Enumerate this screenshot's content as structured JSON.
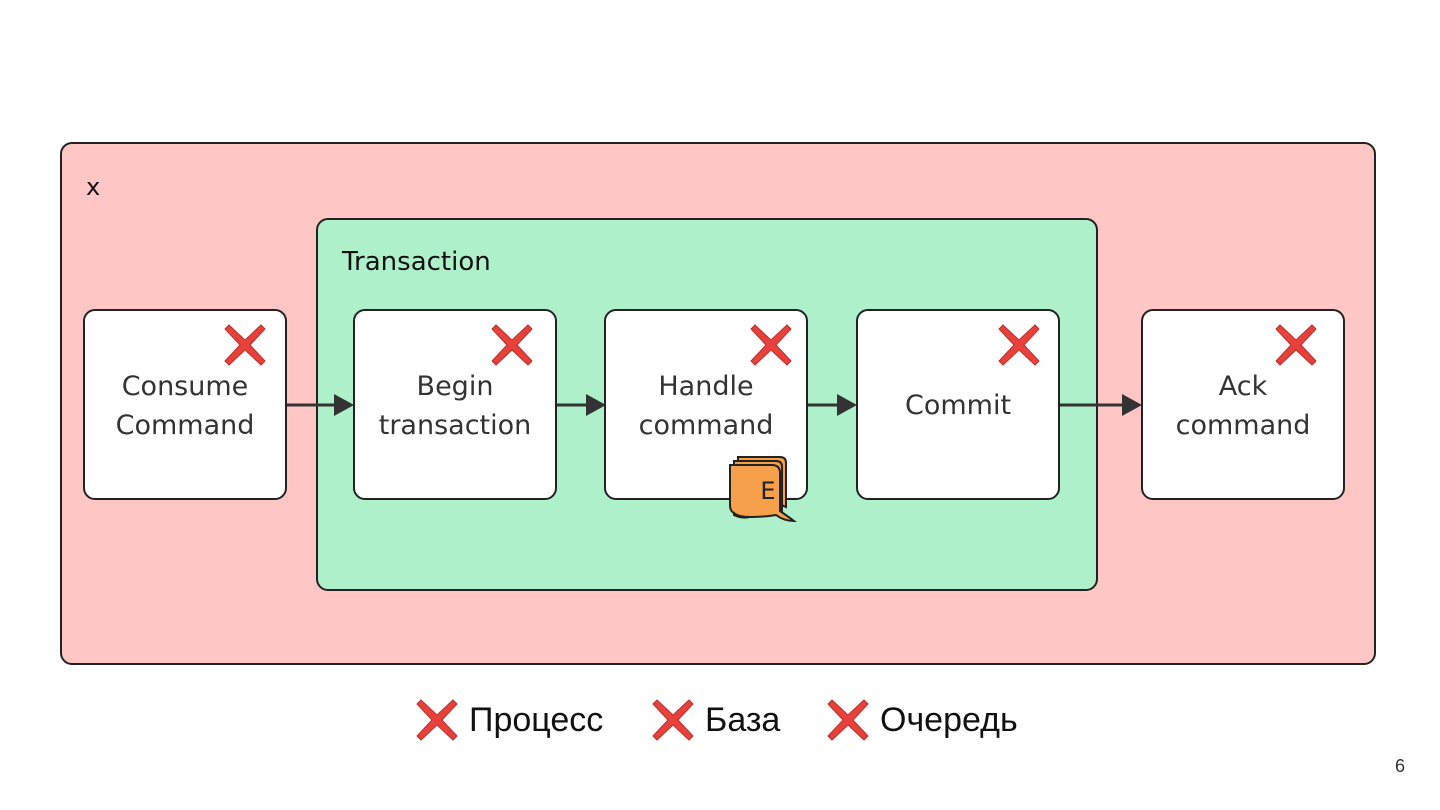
{
  "diagram": {
    "outer_group": {
      "label": "x",
      "fill": "#ffc6c6"
    },
    "transaction_group": {
      "label": "Transaction",
      "fill": "#adf0c9"
    },
    "steps": [
      {
        "id": "consume",
        "label": "Consume\nCommand"
      },
      {
        "id": "begin",
        "label": "Begin\ntransaction"
      },
      {
        "id": "handle",
        "label": "Handle\ncommand"
      },
      {
        "id": "commit",
        "label": "Commit"
      },
      {
        "id": "ack",
        "label": "Ack\ncommand"
      }
    ],
    "event_badge": {
      "label": "E",
      "fill": "#f7a04b"
    },
    "cross_color": "#e8403a"
  },
  "legend": {
    "items": [
      {
        "label": "Процесс"
      },
      {
        "label": "База"
      },
      {
        "label": "Очередь"
      }
    ]
  },
  "page": {
    "number": "6"
  }
}
